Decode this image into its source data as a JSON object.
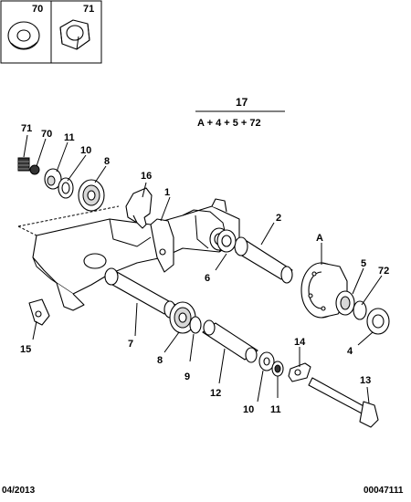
{
  "header_box": {
    "items": [
      {
        "label": "70",
        "icon": "washer-icon"
      },
      {
        "label": "71",
        "icon": "hex-nut-icon"
      }
    ]
  },
  "kit": {
    "number": "17",
    "formula": "A + 4 + 5 + 72"
  },
  "callouts": {
    "c71": "71",
    "c70": "70",
    "c11_top": "11",
    "c10_top": "10",
    "c8_top": "8",
    "c16": "16",
    "c1": "1",
    "c2": "2",
    "c6": "6",
    "cA": "A",
    "c5": "5",
    "c72": "72",
    "c4": "4",
    "c15": "15",
    "c7": "7",
    "c8_bot": "8",
    "c9": "9",
    "c12": "12",
    "c10_bot": "10",
    "c11_bot": "11",
    "c14": "14",
    "c13": "13"
  },
  "footer": {
    "date": "04/2013",
    "ref": "00047111"
  }
}
